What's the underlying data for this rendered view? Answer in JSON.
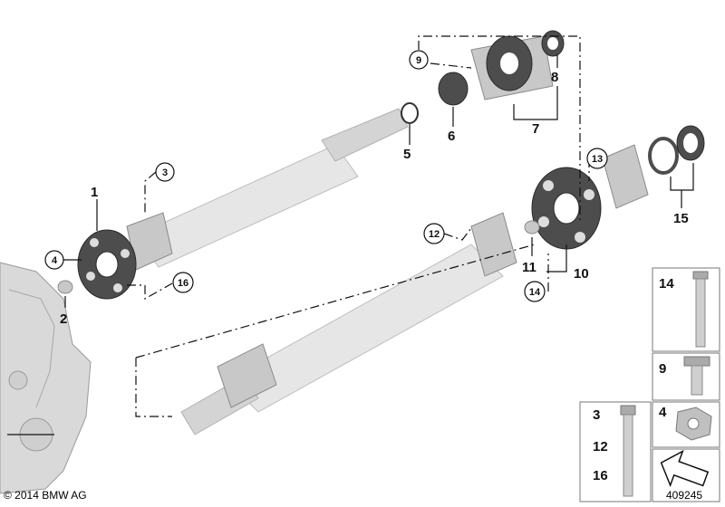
{
  "callouts": {
    "p1": "1",
    "p2": "2",
    "p3": "3",
    "p4": "4",
    "p5": "5",
    "p6": "6",
    "p7": "7",
    "p8": "8",
    "p9": "9",
    "p10": "10",
    "p11": "11",
    "p12": "12",
    "p13": "13",
    "p14": "14",
    "p15": "15",
    "p16": "16"
  },
  "legend": {
    "b14": "14",
    "b9": "9",
    "b4": "4",
    "b3": "3",
    "b12": "12",
    "b16": "16"
  },
  "footer": {
    "copyright": "© 2014 BMW AG",
    "diagram_number": "409245"
  },
  "colors": {
    "rubber": "#4d4d4d",
    "shaft": "#e6e6e6",
    "outline": "#111111"
  }
}
